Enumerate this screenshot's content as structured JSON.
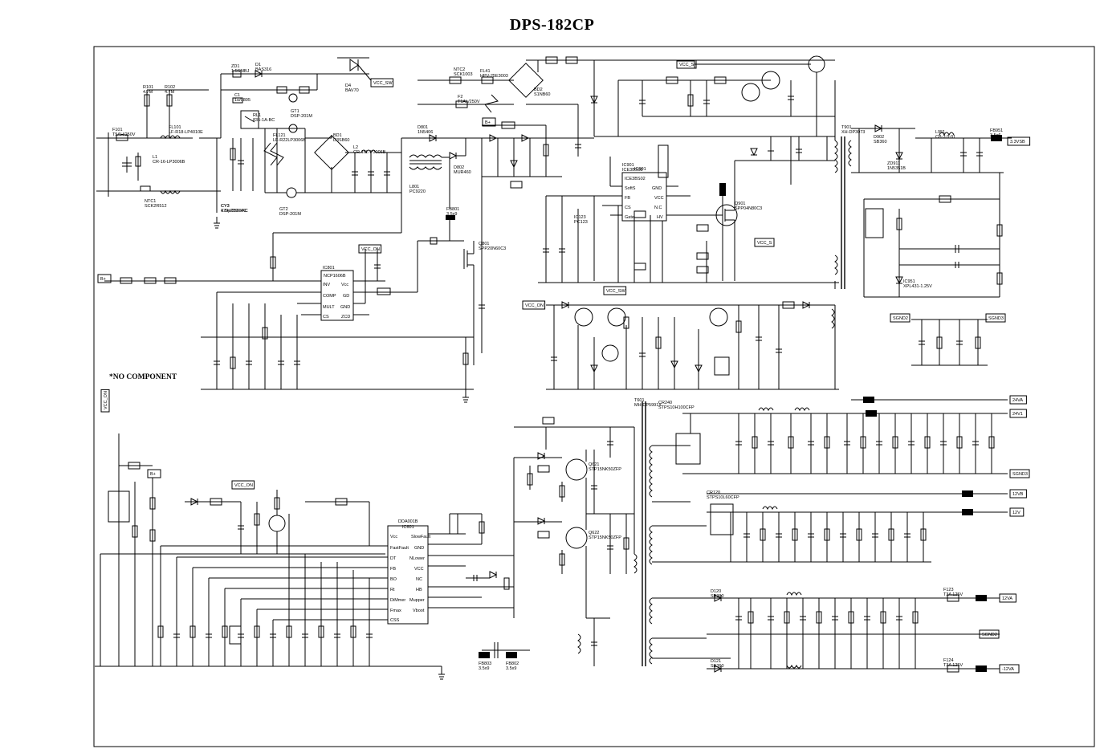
{
  "title": "DPS-182CP",
  "note": "*NO COMPONENT",
  "net_tags": [
    "VCC_SW",
    "VCC_S",
    "VCC_ON",
    "VCC_ON",
    "VCC_S",
    "VCC_SW",
    "VCC_ON",
    "VCC_ON",
    "B+",
    "B+",
    "B+",
    "SGND2",
    "SGND3",
    "SGND3",
    "SGND2",
    "12VB",
    "12V",
    "12VA",
    "-12VA",
    "24VA",
    "24V1",
    "3.3VSB"
  ],
  "components": [
    {
      "ref": "F101",
      "value": "T5AH/250V"
    },
    {
      "ref": "R101",
      "value": "4.7M"
    },
    {
      "ref": "R102",
      "value": "4.7M"
    },
    {
      "ref": "ZD1",
      "value": "1.5SMBJ"
    },
    {
      "ref": "D1",
      "value": "BAS316"
    },
    {
      "ref": "C1",
      "value": "1u/0805"
    },
    {
      "ref": "RL1",
      "value": "835-1A-BC"
    },
    {
      "ref": "GT1",
      "value": "DSP-201M"
    },
    {
      "ref": "D4",
      "value": "BAV70"
    },
    {
      "ref": "FL101",
      "value": "LF-R18-LP4010E"
    },
    {
      "ref": "FL121",
      "value": "LF-R22LP3006B"
    },
    {
      "ref": "BD1",
      "value": "D3SB60"
    },
    {
      "ref": "L2",
      "value": "CR-16L-P3006B"
    },
    {
      "ref": "L1",
      "value": "CR-16-LP3006B"
    },
    {
      "ref": "NTC1",
      "value": "SCK2R512"
    },
    {
      "ref": "CY3",
      "value": "470p/250VAC"
    },
    {
      "ref": "GT2",
      "value": "DSP-201M"
    },
    {
      "ref": "NTC2",
      "value": "SCK1003"
    },
    {
      "ref": "F2",
      "value": "T1AL/250V"
    },
    {
      "ref": "FL41",
      "value": "HPV-25E3003"
    },
    {
      "ref": "BD2",
      "value": "S1NB60"
    },
    {
      "ref": "D801",
      "value": "1N5406"
    },
    {
      "ref": "L801",
      "value": "PC9220"
    },
    {
      "ref": "D802",
      "value": "MUR460"
    },
    {
      "ref": "FB801",
      "value": "3.5x9"
    },
    {
      "ref": "Q801",
      "value": "SPP20N60C3"
    },
    {
      "ref": "IC801",
      "value": "NCP1606B"
    },
    {
      "ref": "IC901",
      "value": "ICE3BS02"
    },
    {
      "ref": "Q901",
      "value": "SPP04N80C3"
    },
    {
      "ref": "IC123",
      "value": "PC123"
    },
    {
      "ref": "T901",
      "value": "XH-DP3073"
    },
    {
      "ref": "D902",
      "value": "SB360"
    },
    {
      "ref": "ZD911",
      "value": "1N5351B"
    },
    {
      "ref": "L951",
      "value": "CB-3.0-01"
    },
    {
      "ref": "FB951",
      "value": "3.5x6"
    },
    {
      "ref": "IC951",
      "value": "XPL431-1.25V"
    },
    {
      "ref": "IC601",
      "value": "DDA001B"
    },
    {
      "ref": "Q621",
      "value": "STP15NK50ZFP"
    },
    {
      "ref": "Q622",
      "value": "STP15NK50ZFP"
    },
    {
      "ref": "T601",
      "value": "MH-DP5991X"
    },
    {
      "ref": "CR240",
      "value": "STPS10H100CFP"
    },
    {
      "ref": "CR120",
      "value": "STPS10L60CFP"
    },
    {
      "ref": "D120",
      "value": "SB360"
    },
    {
      "ref": "D121",
      "value": "SB360"
    },
    {
      "ref": "F123",
      "value": "T3A 125V"
    },
    {
      "ref": "F124",
      "value": "T3A 125V"
    },
    {
      "ref": "CY3",
      "value": "1.5n/250VAC"
    },
    {
      "ref": "FB802",
      "value": "3.5x9"
    },
    {
      "ref": "FB803",
      "value": "3.5x9"
    }
  ]
}
